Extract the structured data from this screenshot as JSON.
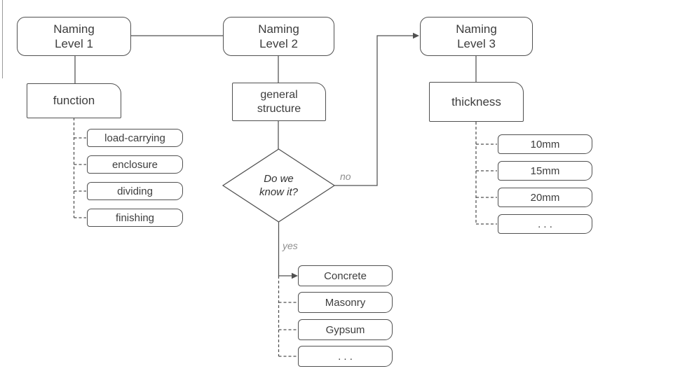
{
  "colors": {
    "line": "#505050",
    "text": "#3d3d3d",
    "muted": "#8e8e8e",
    "background": "#ffffff",
    "edge": "#9a9a9a"
  },
  "diagram": {
    "levels": [
      {
        "header_line1": "Naming",
        "header_line2": "Level 1",
        "category": "function",
        "leaves": [
          "load-carrying",
          "enclosure",
          "dividing",
          "finishing"
        ]
      },
      {
        "header_line1": "Naming",
        "header_line2": "Level 2",
        "category_line1": "general",
        "category_line2": "structure",
        "decision": {
          "line1": "Do we",
          "line2": "know it?",
          "no_label": "no",
          "yes_label": "yes"
        },
        "leaves": [
          "Concrete",
          "Masonry",
          "Gypsum",
          ". . ."
        ]
      },
      {
        "header_line1": "Naming",
        "header_line2": "Level 3",
        "category": "thickness",
        "leaves": [
          "10mm",
          "15mm",
          "20mm",
          ". . ."
        ]
      }
    ]
  }
}
